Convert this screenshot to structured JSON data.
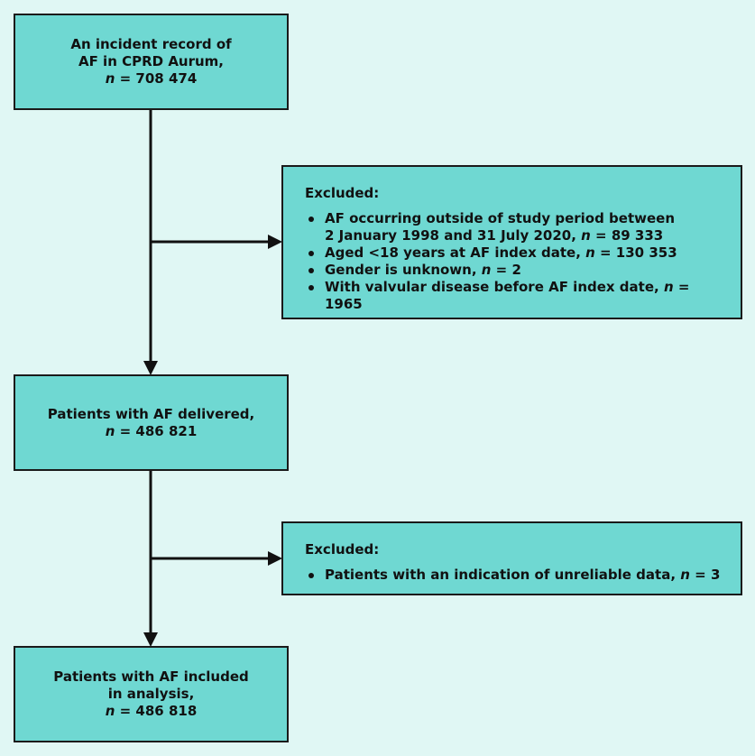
{
  "box1": {
    "line1": "An incident record of",
    "line2": "AF in CPRD Aurum,",
    "n_label": "n",
    "n_value": " = 708 474"
  },
  "excluded1": {
    "title": "Excluded:",
    "items": [
      {
        "text1": "AF occurring outside of study period between",
        "text2": "2 January 1998 and 31 July  2020, ",
        "n_label": "n",
        "n_value": " = 89 333"
      },
      {
        "text1": "Aged <18 years at AF index date, ",
        "n_label": "n",
        "n_value": " = 130 353"
      },
      {
        "text1": "Gender is unknown, ",
        "n_label": "n",
        "n_value": " = 2"
      },
      {
        "text1": "With valvular disease before AF index date, ",
        "n_label": "n",
        "n_value": " = 1965"
      }
    ]
  },
  "box2": {
    "line1": "Patients with AF delivered,",
    "n_label": "n",
    "n_value": " = 486 821"
  },
  "excluded2": {
    "title": "Excluded:",
    "items": [
      {
        "text1": "Patients with an indication of unreliable data, ",
        "n_label": "n",
        "n_value": " = 3"
      }
    ]
  },
  "box3": {
    "line1": "Patients with AF included",
    "line2": "in analysis,",
    "n_label": "n",
    "n_value": " = 486 818"
  }
}
